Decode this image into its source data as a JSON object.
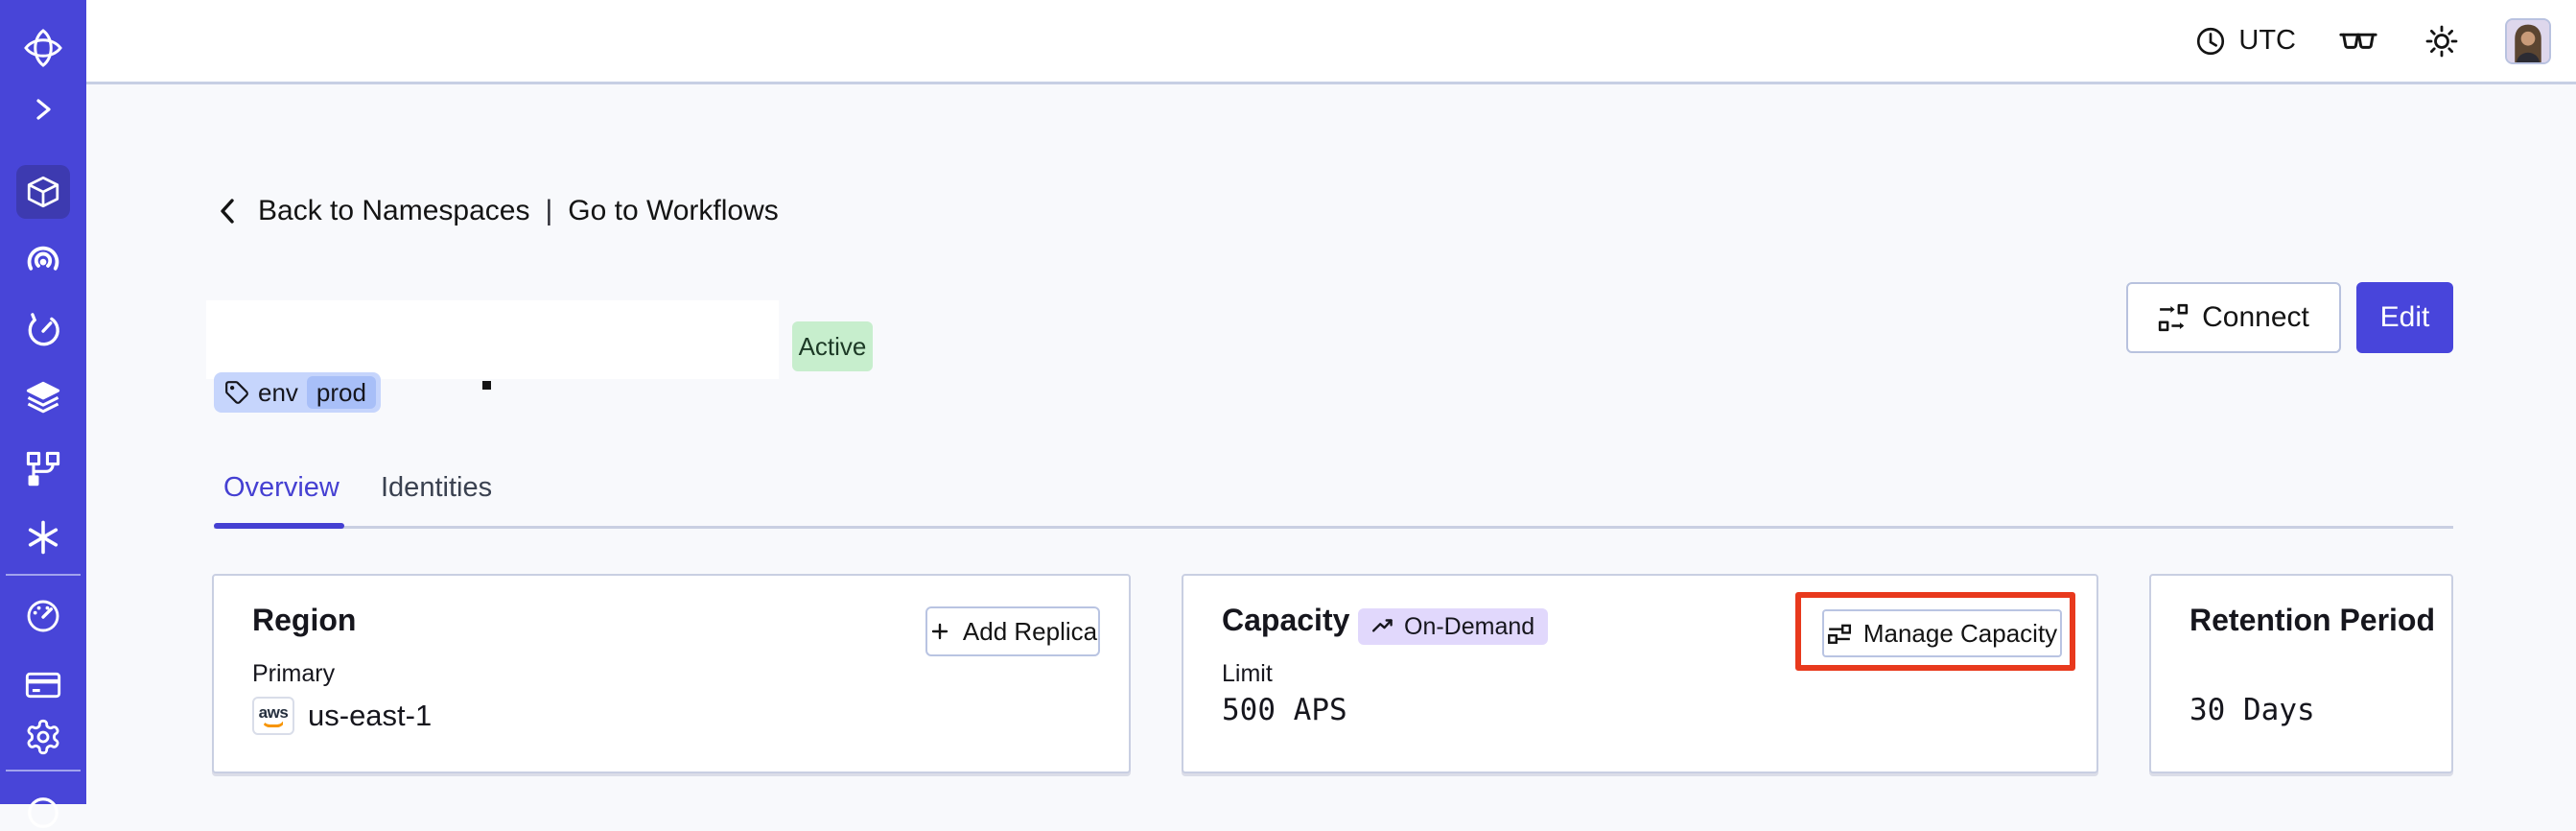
{
  "topbar": {
    "timezone_label": "UTC",
    "icons": [
      "clock-icon",
      "glasses-icon",
      "sun-icon",
      "avatar"
    ]
  },
  "sidebar": {
    "items": [
      "temporal-logo-icon",
      "expand-chevron-icon",
      "namespaces-cube-icon (active)",
      "nexus-spiral-icon",
      "timer-icon",
      "layers-icon",
      "branch-icon",
      "asterisk-icon",
      "usage-gauge-icon",
      "billing-card-icon",
      "settings-gear-icon",
      "help-circle-icon (cut off)"
    ]
  },
  "breadcrumb": {
    "primary": "Back to Namespaces",
    "separator": "|",
    "secondary": "Go to Workflows"
  },
  "header": {
    "status_badge": "Active",
    "tag_key": "env",
    "tag_value": "prod",
    "connect_label": "Connect",
    "edit_label": "Edit"
  },
  "tabs": {
    "overview": "Overview",
    "identities": "Identities"
  },
  "cards": {
    "region": {
      "title": "Region",
      "action_label": "Add Replica",
      "label": "Primary",
      "provider": "aws",
      "value": "us-east-1"
    },
    "capacity": {
      "title": "Capacity",
      "badge": "On-Demand",
      "action_label": "Manage Capacity",
      "label": "Limit",
      "value": "500 APS"
    },
    "retention": {
      "title": "Retention Period",
      "value": "30 Days"
    }
  },
  "colors": {
    "sidebar_indigo": "#4845d8",
    "sidebar_active_tile": "#3d3ab0",
    "accent_indigo": "#4540d2",
    "edit_button": "#4845db",
    "active_badge_bg": "#c7eecd",
    "tag_chip_bg": "#c6d5fc",
    "tag_chip_inner_bg": "#a8bff8",
    "ondemand_badge_bg": "#e1d8fc",
    "annotation_red": "#e8391d",
    "page_bg": "#f8f9fc",
    "card_border": "#c9cfe2",
    "aws_orange": "#f79400"
  }
}
